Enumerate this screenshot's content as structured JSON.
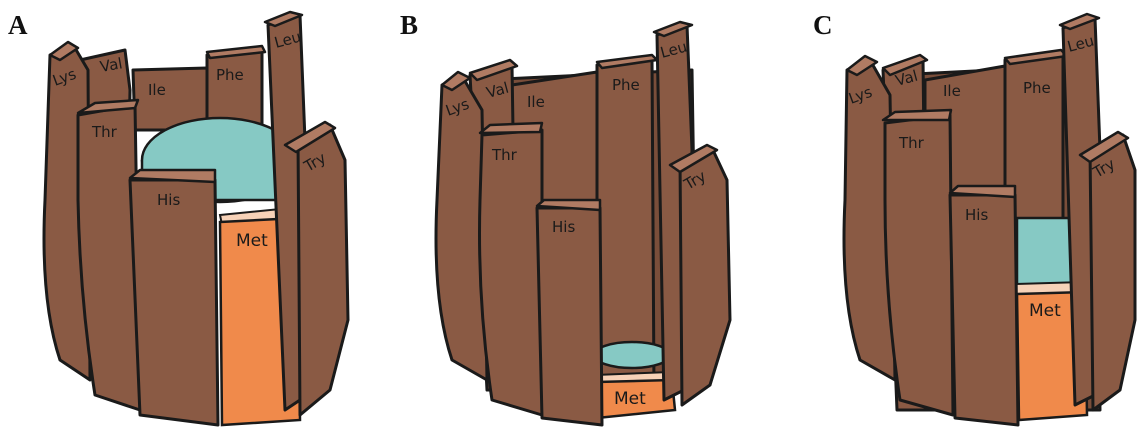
{
  "panels": [
    {
      "letter": "A",
      "labels": {
        "lys": "Lys",
        "val": "Val",
        "ile": "Ile",
        "phe": "Phe",
        "leu": "Leu",
        "thr": "Thr",
        "try": "Try",
        "his": "His",
        "met": "Met"
      }
    },
    {
      "letter": "B",
      "labels": {
        "lys": "Lys",
        "val": "Val",
        "ile": "Ile",
        "phe": "Phe",
        "leu": "Leu",
        "thr": "Thr",
        "try": "Try",
        "his": "His",
        "met": "Met"
      }
    },
    {
      "letter": "C",
      "labels": {
        "lys": "Lys",
        "val": "Val",
        "ile": "Ile",
        "phe": "Phe",
        "leu": "Leu",
        "thr": "Thr",
        "try": "Try",
        "his": "His",
        "met": "Met"
      }
    }
  ],
  "colors": {
    "wood": "#8a5a44",
    "rim": "#b07b63",
    "water": "#86c9c4",
    "met": "#f08a4b"
  }
}
